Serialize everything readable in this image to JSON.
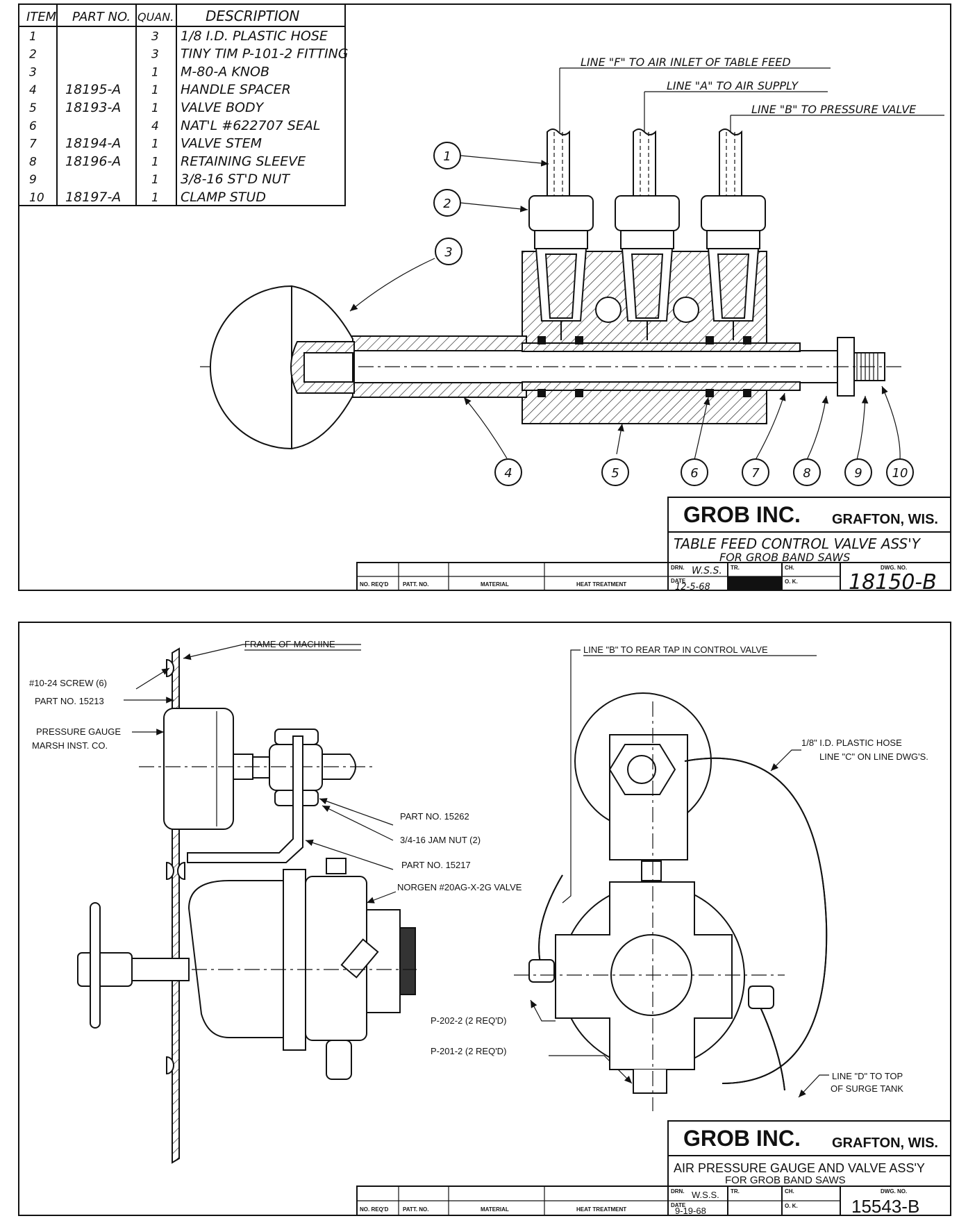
{
  "drawing1": {
    "parts_table": {
      "headers": [
        "ITEM",
        "PART NO.",
        "QUAN.",
        "DESCRIPTION"
      ],
      "rows": [
        {
          "item": "1",
          "part": "",
          "qty": "3",
          "desc": "1/8 I.D. PLASTIC HOSE"
        },
        {
          "item": "2",
          "part": "",
          "qty": "3",
          "desc": "TINY TIM P-101-2 FITTING"
        },
        {
          "item": "3",
          "part": "",
          "qty": "1",
          "desc": "M-80-A KNOB"
        },
        {
          "item": "4",
          "part": "18195-A",
          "qty": "1",
          "desc": "HANDLE SPACER"
        },
        {
          "item": "5",
          "part": "18193-A",
          "qty": "1",
          "desc": "VALVE BODY"
        },
        {
          "item": "6",
          "part": "",
          "qty": "4",
          "desc": "NAT'L #622707 SEAL"
        },
        {
          "item": "7",
          "part": "18194-A",
          "qty": "1",
          "desc": "VALVE STEM"
        },
        {
          "item": "8",
          "part": "18196-A",
          "qty": "1",
          "desc": "RETAINING SLEEVE"
        },
        {
          "item": "9",
          "part": "",
          "qty": "1",
          "desc": "3/8-16 ST'D NUT"
        },
        {
          "item": "10",
          "part": "18197-A",
          "qty": "1",
          "desc": "CLAMP STUD"
        }
      ]
    },
    "line_labels": {
      "f": "LINE \"F\" TO AIR INLET OF TABLE FEED",
      "a": "LINE \"A\" TO AIR SUPPLY",
      "b": "LINE \"B\" TO PRESSURE VALVE"
    },
    "balloons": [
      "1",
      "2",
      "3",
      "4",
      "5",
      "6",
      "7",
      "8",
      "9",
      "10"
    ],
    "title_block": {
      "company": "GROB INC.",
      "location": "GRAFTON, WIS.",
      "title": "TABLE FEED CONTROL VALVE ASS'Y",
      "subtitle": "FOR GROB BAND SAWS",
      "drn_label": "DRN.",
      "drn": "W.S.S.",
      "tr_label": "TR.",
      "ch_label": "CH.",
      "ok_label": "O. K.",
      "date_label": "DATE",
      "date": "12-5-68",
      "dwg_no_label": "DWG. NO.",
      "dwg_no": "18150-B",
      "cols": [
        "NO. REQ'D",
        "PATT. NO.",
        "MATERIAL",
        "HEAT TREATMENT"
      ]
    }
  },
  "drawing2": {
    "labels": {
      "frame": "FRAME OF MACHINE",
      "screw": "#10-24 SCREW (6)",
      "part15213": "PART NO. 15213",
      "gauge1": "PRESSURE GAUGE",
      "gauge2": "MARSH INST. CO.",
      "part15262": "PART NO. 15262",
      "jamnut": "3/4-16 JAM NUT (2)",
      "part15217": "PART NO. 15217",
      "norgen": "NORGEN #20AG-X-2G VALVE",
      "p202": "P-202-2 (2 REQ'D)",
      "p201": "P-201-2 (2 REQ'D)",
      "lineb": "LINE \"B\" TO REAR TAP IN CONTROL VALVE",
      "hose1": "1/8\" I.D. PLASTIC HOSE",
      "hose2": "LINE \"C\" ON LINE DWG'S.",
      "lined1": "LINE \"D\" TO TOP",
      "lined2": "OF SURGE TANK"
    },
    "title_block": {
      "company": "GROB INC.",
      "location": "GRAFTON, WIS.",
      "title": "AIR PRESSURE GAUGE AND VALVE ASS'Y",
      "subtitle": "FOR GROB BAND SAWS",
      "drn_label": "DRN.",
      "drn": "W.S.S.",
      "tr_label": "TR.",
      "ch_label": "CH.",
      "ok_label": "O. K.",
      "date_label": "DATE",
      "date": "9-19-68",
      "dwg_no_label": "DWG. NO.",
      "dwg_no": "15543-B",
      "cols": [
        "NO. REQ'D",
        "PATT. NO.",
        "MATERIAL",
        "HEAT TREATMENT"
      ]
    }
  }
}
